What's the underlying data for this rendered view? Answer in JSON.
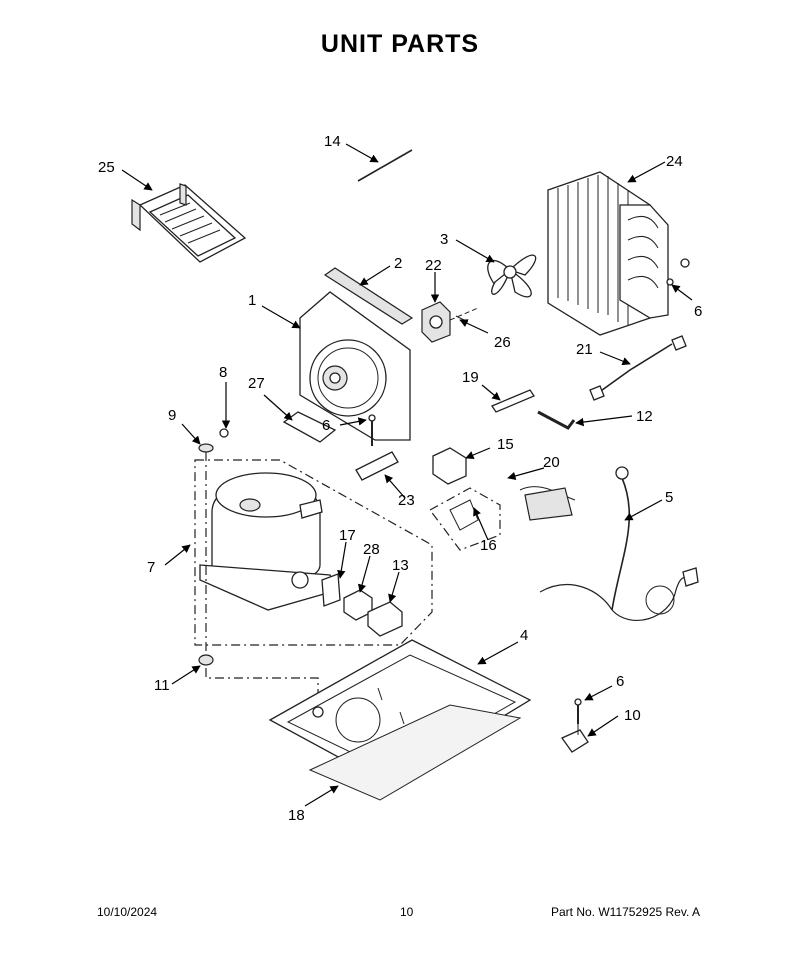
{
  "header": {
    "title": "UNIT PARTS"
  },
  "callouts": [
    "25",
    "14",
    "24",
    "3",
    "22",
    "2",
    "1",
    "6",
    "26",
    "21",
    "8",
    "27",
    "19",
    "12",
    "9",
    "6",
    "15",
    "20",
    "5",
    "23",
    "16",
    "17",
    "28",
    "7",
    "13",
    "4",
    "11",
    "6",
    "10",
    "18"
  ],
  "footer": {
    "date": "10/10/2024",
    "page": "10",
    "part_no": "Part No.  W11752925   Rev.  A"
  }
}
